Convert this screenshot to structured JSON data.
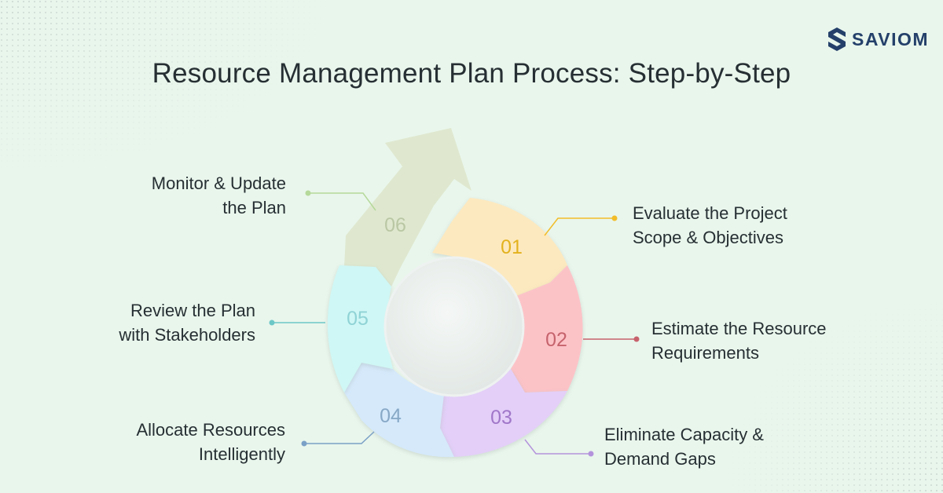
{
  "title": "Resource Management Plan Process: Step-by-Step",
  "brand": {
    "name": "SAVIOM",
    "icon": "saviom-s-logo-icon",
    "color": "#24406a"
  },
  "steps": [
    {
      "number": "01",
      "line1": "Evaluate the Project",
      "line2": "Scope & Objectives",
      "fill": "#fde9bf",
      "num_color": "#e3b21e",
      "line_color": "#f2bd2a"
    },
    {
      "number": "02",
      "line1": "Estimate the Resource",
      "line2": "Requirements",
      "fill": "#fcc3c7",
      "num_color": "#c6636c",
      "line_color": "#c7626c"
    },
    {
      "number": "03",
      "line1": "Eliminate Capacity &",
      "line2": "Demand Gaps",
      "fill": "#e3cff8",
      "num_color": "#a077c9",
      "line_color": "#b493dc"
    },
    {
      "number": "04",
      "line1": "Allocate Resources",
      "line2": "Intelligently",
      "fill": "#d5e9fb",
      "num_color": "#87a8c6",
      "line_color": "#7aa0c6"
    },
    {
      "number": "05",
      "line1": "Review the Plan",
      "line2": "with Stakeholders",
      "fill": "#cff7f5",
      "num_color": "#8fd3d6",
      "line_color": "#6cc7c7"
    },
    {
      "number": "06",
      "line1": "Monitor & Update",
      "line2": "the Plan",
      "fill": "#dfe8cf",
      "num_color": "#bac7a4",
      "line_color": "#b5d99a"
    }
  ]
}
